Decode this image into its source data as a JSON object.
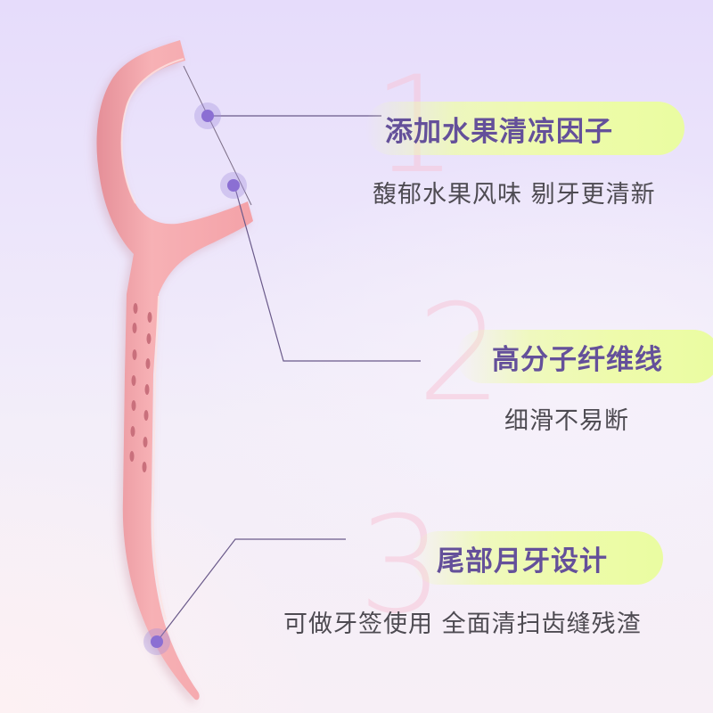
{
  "features": [
    {
      "number": "1",
      "title": "添加水果清凉因子",
      "subtitle": "馥郁水果风味  剔牙更清新"
    },
    {
      "number": "2",
      "title": "高分子纤维线",
      "subtitle": "细滑不易断"
    },
    {
      "number": "3",
      "title": "尾部月牙设计",
      "subtitle": "可做牙签使用 全面清扫齿缝残渣"
    }
  ],
  "product": {
    "name": "dental-floss-pick",
    "color": "#f4a9ad"
  },
  "colors": {
    "title_text": "#64509a",
    "pill_highlight": "#eefbab",
    "marker_dot": "#8b6fd3",
    "leader_line": "#6a5a8a",
    "number_watermark": "#f7c6d9",
    "subtitle_text": "#4e4b52"
  }
}
